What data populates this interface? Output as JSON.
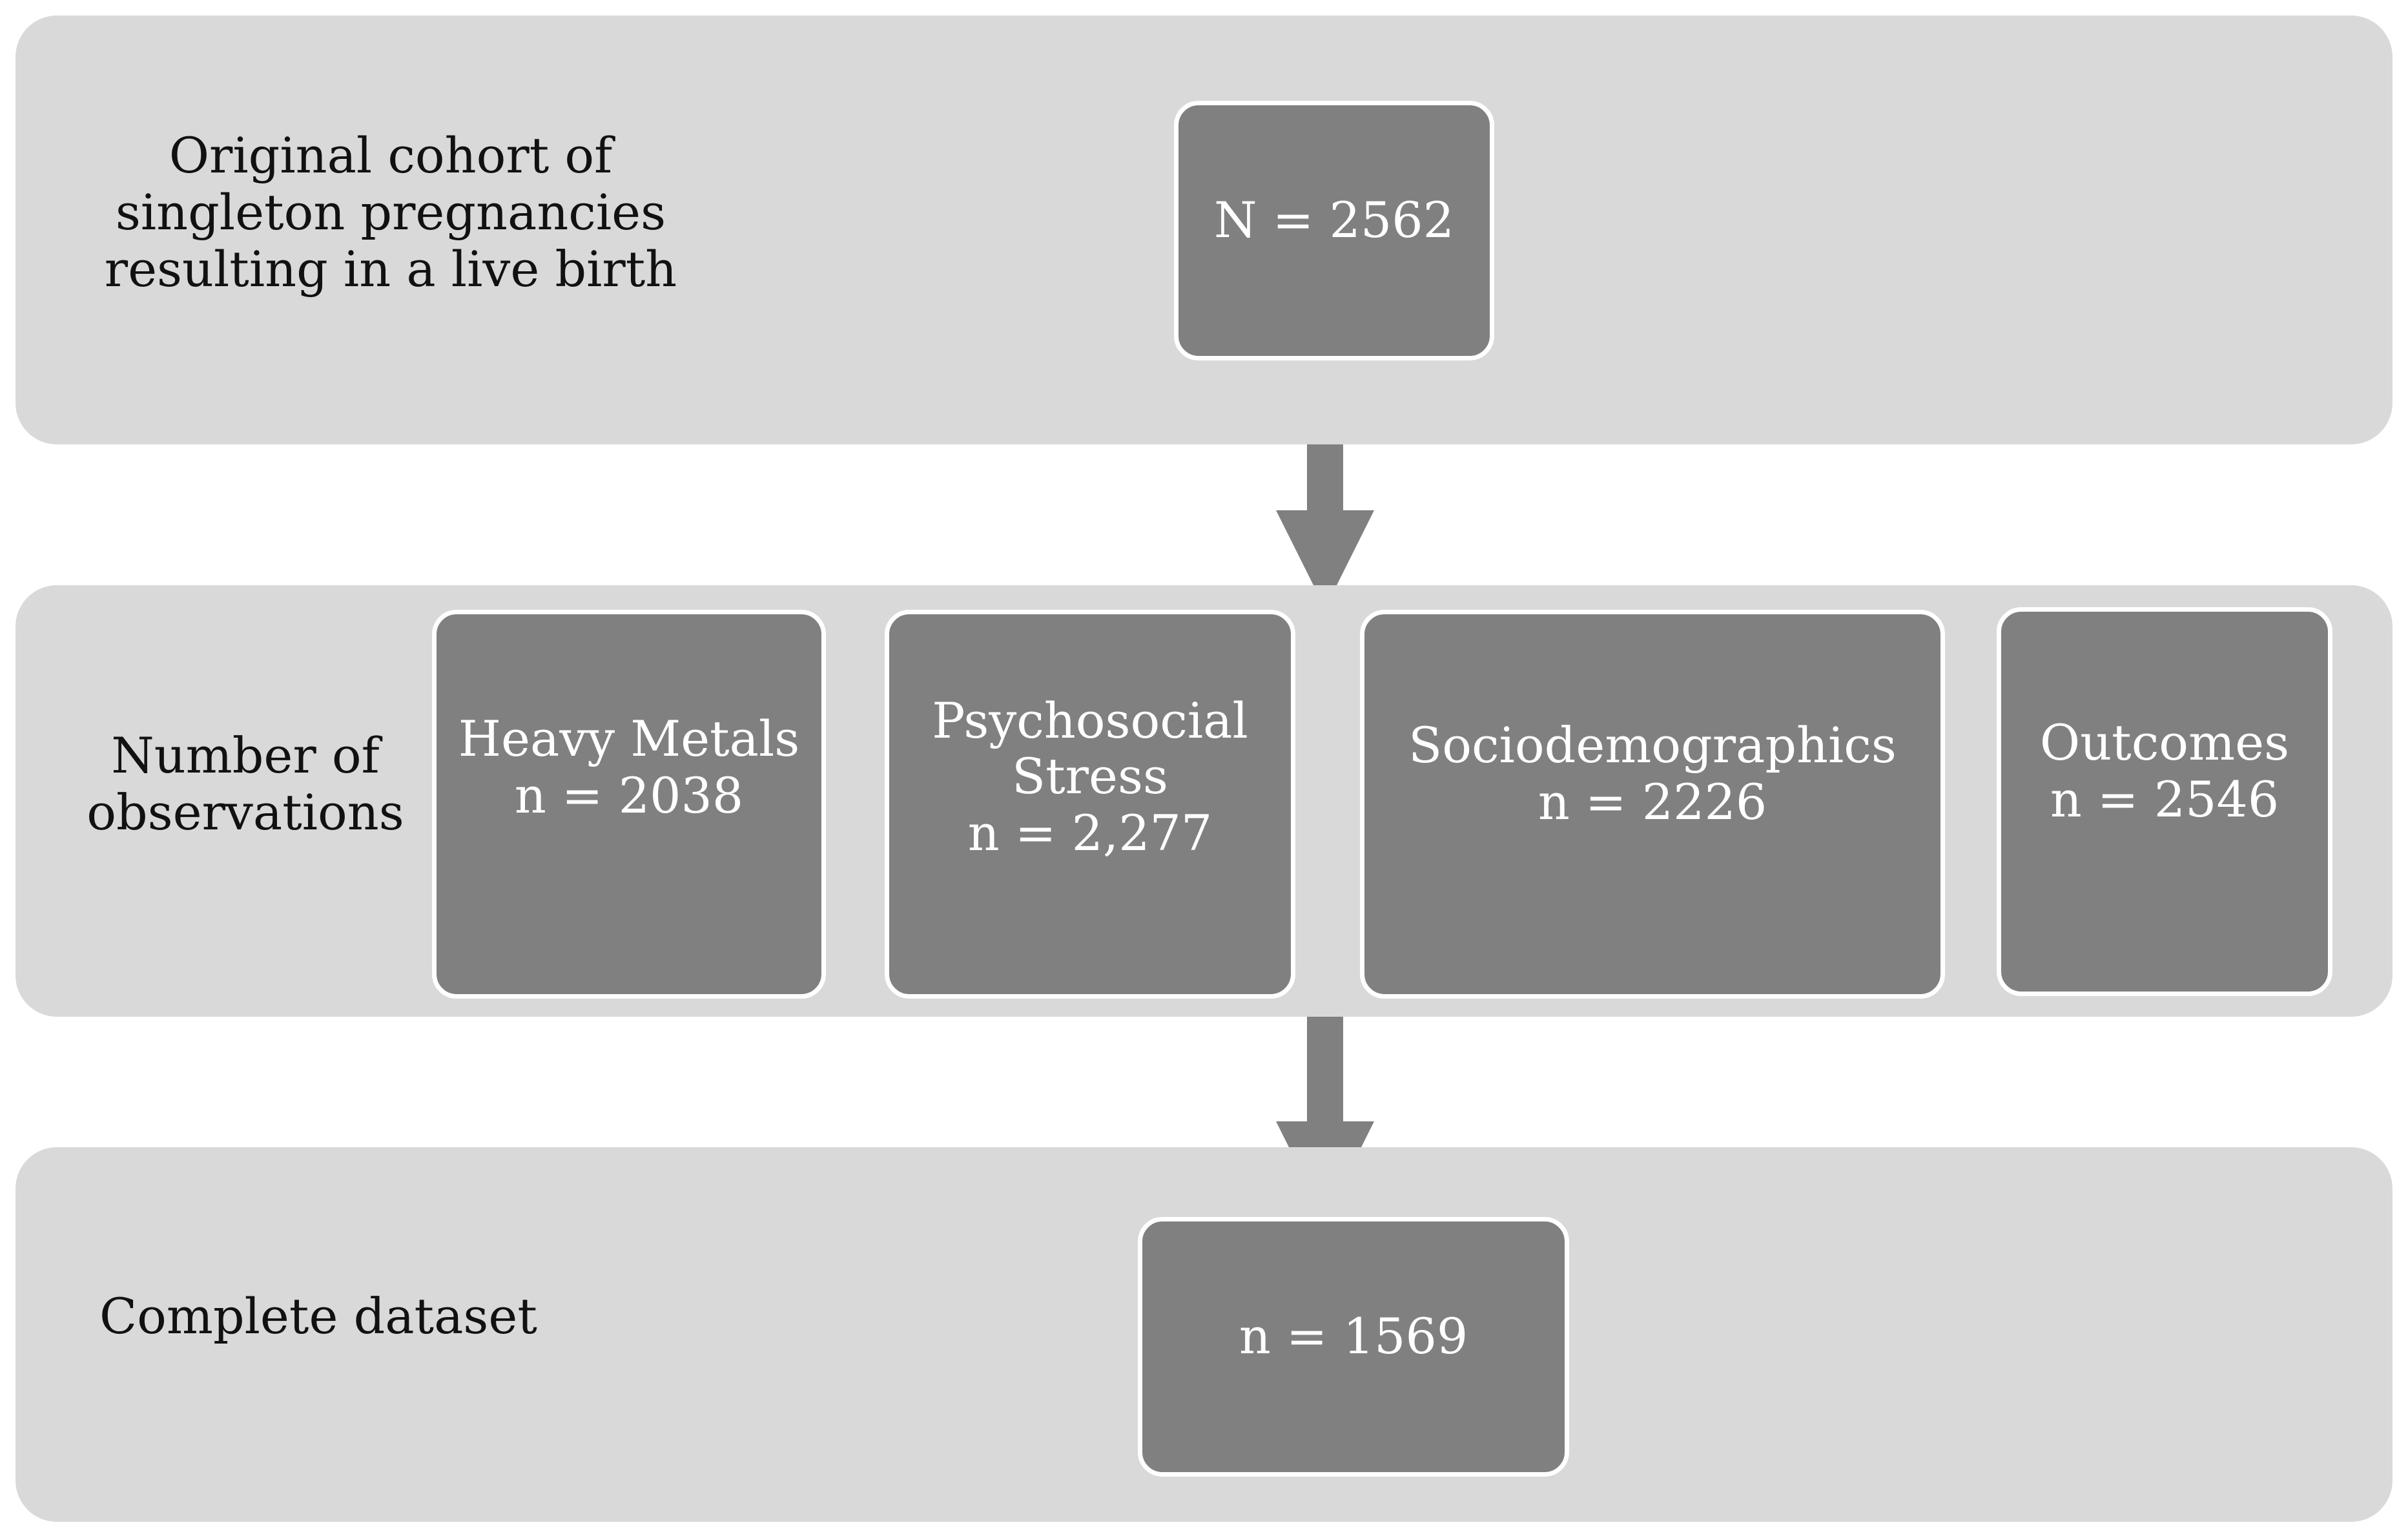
{
  "original": {
    "label": "Original cohort of singleton pregnancies resulting in a live birth",
    "value": "N = 2562"
  },
  "observations": {
    "label_line1": "Number of",
    "label_line2": "observations",
    "boxes": [
      {
        "title_line1": "Heavy Metals",
        "title_line2": "",
        "value": "n = 2038"
      },
      {
        "title_line1": "Psychosocial",
        "title_line2": "Stress",
        "value": "n = 2,277"
      },
      {
        "title_line1": "Sociodemographics",
        "title_line2": "",
        "value": "n = 2226"
      },
      {
        "title_line1": "Outcomes",
        "title_line2": "",
        "value": "n = 2546"
      }
    ]
  },
  "complete": {
    "label": "Complete dataset",
    "value": "n = 1569"
  },
  "colors": {
    "band": "#d9d9d9",
    "box": "#808080",
    "arrow": "#808080",
    "box_border": "#ffffff"
  }
}
